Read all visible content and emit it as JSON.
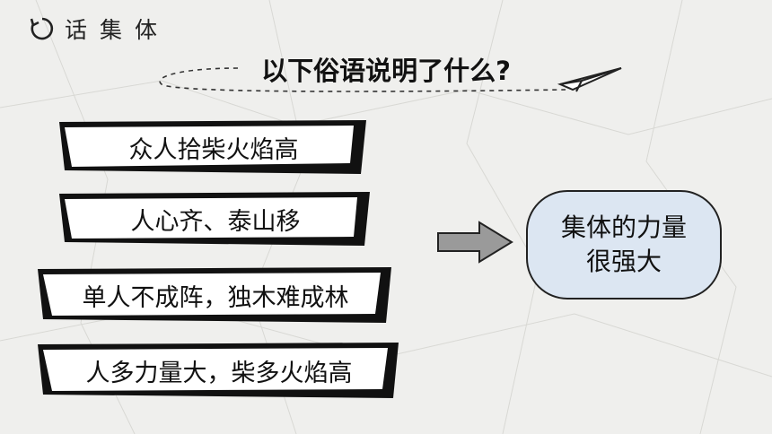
{
  "section": {
    "title": "话集体",
    "icon": "refresh-circle-icon"
  },
  "question": "以下俗语说明了什么?",
  "decoration": {
    "plane_icon": "paper-plane-icon"
  },
  "proverbs": [
    "众人拾柴火焰高",
    "人心齐、泰山移",
    "单人不成阵，独木难成林",
    "人多力量大，柴多火焰高"
  ],
  "arrow_icon": "right-arrow-icon",
  "conclusion": {
    "line1": "集体的力量",
    "line2": "很强大"
  },
  "colors": {
    "conclusion_fill": "#dce6f2",
    "arrow_fill": "#9a9a9a",
    "ink": "#111111"
  }
}
